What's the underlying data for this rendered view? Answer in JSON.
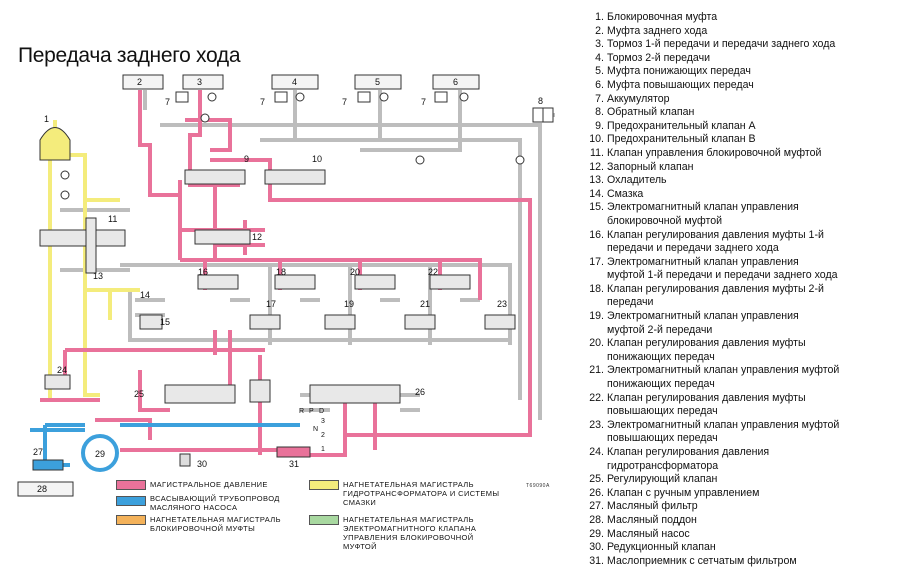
{
  "title": "Передача заднего хода",
  "callouts": [
    "1",
    "2",
    "3",
    "4",
    "5",
    "6",
    "7",
    "8",
    "9",
    "10",
    "11",
    "12",
    "13",
    "14",
    "15",
    "16",
    "17",
    "18",
    "19",
    "20",
    "21",
    "22",
    "23",
    "24",
    "25",
    "26",
    "27",
    "28",
    "29",
    "30",
    "31"
  ],
  "selector_positions": [
    "R",
    "P",
    "D",
    "N",
    "3",
    "2",
    "1"
  ],
  "legend": [
    {
      "color": "#e9729a",
      "text": "МАГИСТРАЛЬНОЕ ДАВЛЕНИЕ"
    },
    {
      "color": "#3ca0dc",
      "text": "ВСАСЫВАЮЩИЙ ТРУБОПРОВОД\nМАСЛЯНОГО НАСОСА"
    },
    {
      "color": "#f4b25a",
      "text": "НАГНЕТАТЕЛЬНАЯ МАГИСТРАЛЬ\nБЛОКИРОВОЧНОЙ МУФТЫ"
    },
    {
      "color": "#f4ec7c",
      "text": "НАГНЕТАТЕЛЬНАЯ МАГИСТРАЛЬ\nГИДРОТРАНСФОРМАТОРА И СИСТЕМЫ\nСМАЗКИ"
    },
    {
      "color": "#a8d8a0",
      "text": "НАГНЕТАТЕЛЬНАЯ МАГИСТРАЛЬ\nЭЛЕКТРОМАГНИТНОГО КЛАПАНА\nУПРАВЛЕНИЯ БЛОКИРОВОЧНОЙ\nМУФТОЙ"
    }
  ],
  "figure_code": "T69090A",
  "parts": [
    {
      "n": "1.",
      "t": "Блокировочная муфта"
    },
    {
      "n": "2.",
      "t": "Муфта заднего хода"
    },
    {
      "n": "3.",
      "t": "Тормоз 1-й передачи и передачи заднего хода"
    },
    {
      "n": "4.",
      "t": "Тормоз 2-й передачи"
    },
    {
      "n": "5.",
      "t": "Муфта понижающих передач"
    },
    {
      "n": "6.",
      "t": "Муфта повышающих передач"
    },
    {
      "n": "7.",
      "t": "Аккумулятор"
    },
    {
      "n": "8.",
      "t": "Обратный клапан"
    },
    {
      "n": "9.",
      "t": "Предохранительный клапан А"
    },
    {
      "n": "10.",
      "t": "Предохранительный клапан B"
    },
    {
      "n": "11.",
      "t": "Клапан управления блокировочной муфтой"
    },
    {
      "n": "12.",
      "t": "Запорный клапан"
    },
    {
      "n": "13.",
      "t": "Охладитель"
    },
    {
      "n": "14.",
      "t": "Смазка"
    },
    {
      "n": "15.",
      "t": "Электромагнитный клапан управления",
      "t2": "блокировочной муфтой"
    },
    {
      "n": "16.",
      "t": "Клапан регулирования давления муфты 1-й",
      "t2": "передачи и передачи заднего хода"
    },
    {
      "n": "17.",
      "t": "Электромагнитный клапан управления",
      "t2": "муфтой 1-й передачи и передачи заднего хода"
    },
    {
      "n": "18.",
      "t": "Клапан регулирования давления муфты 2-й",
      "t2": "передачи"
    },
    {
      "n": "19.",
      "t": "Электромагнитный клапан управления",
      "t2": "муфтой 2-й передачи"
    },
    {
      "n": "20.",
      "t": "Клапан регулирования давления муфты",
      "t2": "понижающих передач"
    },
    {
      "n": "21.",
      "t": "Электромагнитный клапан управления муфтой",
      "t2": "понижающих передач"
    },
    {
      "n": "22.",
      "t": "Клапан регулирования давления муфты",
      "t2": "повышающих передач"
    },
    {
      "n": "23.",
      "t": "Электромагнитный клапан управления муфтой",
      "t2": "повышающих передач"
    },
    {
      "n": "24.",
      "t": "Клапан регулирования давления",
      "t2": "гидротрансформатора"
    },
    {
      "n": "25.",
      "t": "Регулирующий клапан"
    },
    {
      "n": "26.",
      "t": "Клапан с ручным управлением"
    },
    {
      "n": "27.",
      "t": "Масляный фильтр"
    },
    {
      "n": "28.",
      "t": "Масляный поддон"
    },
    {
      "n": "29.",
      "t": "Масляный насос"
    },
    {
      "n": "30.",
      "t": "Редукционный клапан"
    },
    {
      "n": "31.",
      "t": "Маслоприемник с сетчатым фильтром"
    }
  ]
}
